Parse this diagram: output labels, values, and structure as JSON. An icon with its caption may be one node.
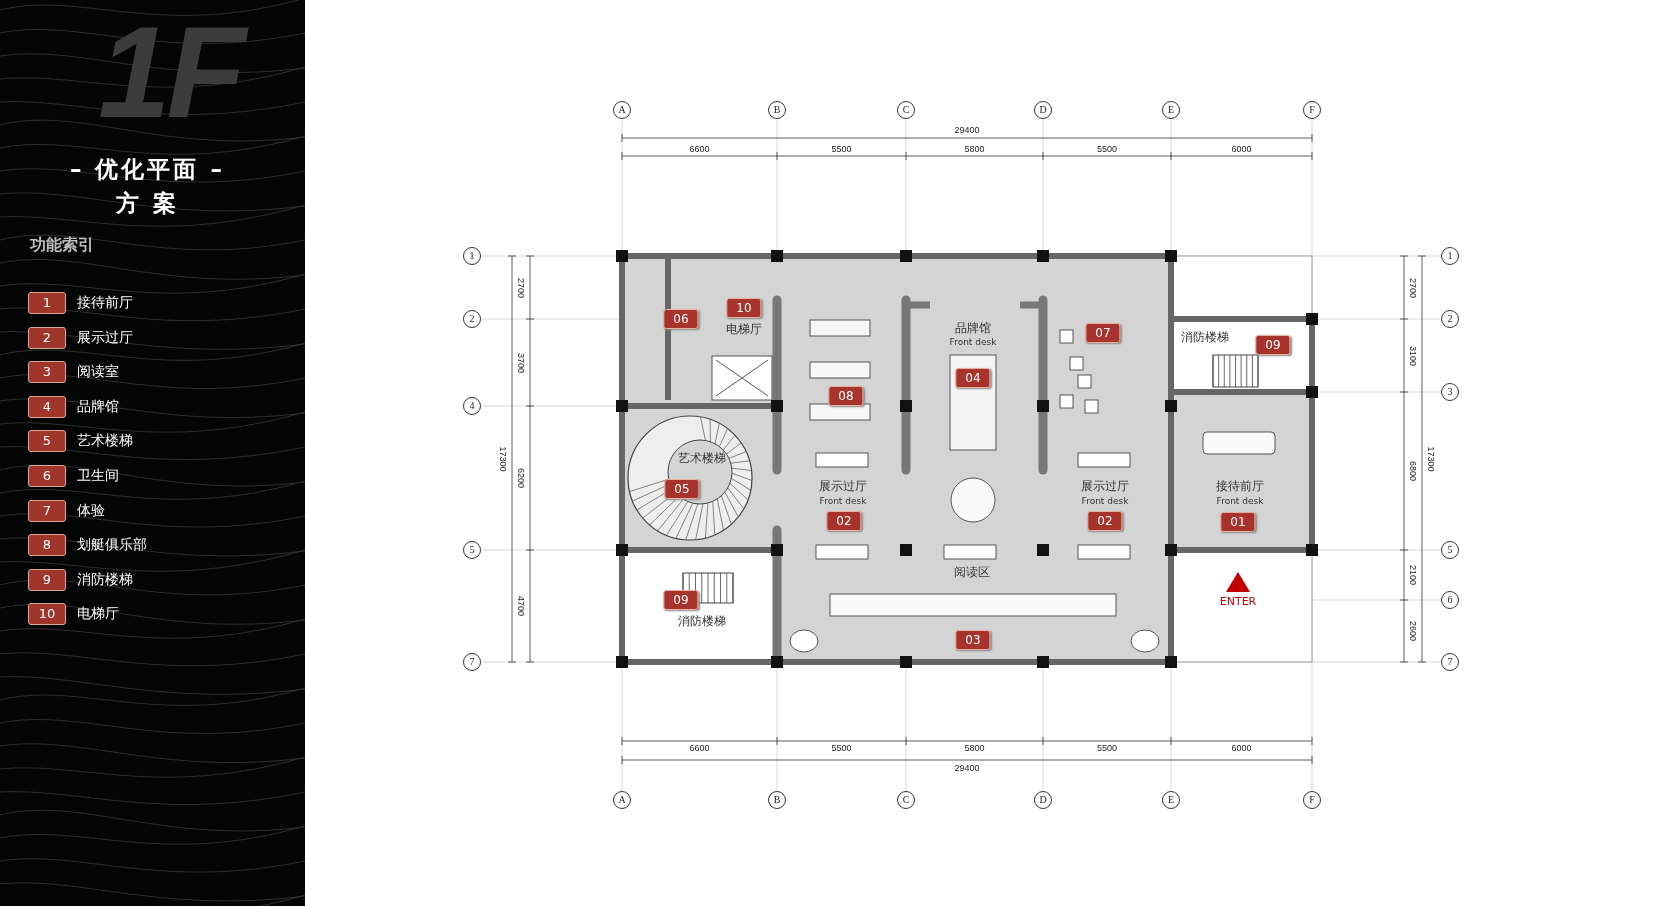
{
  "diagram": {
    "title": "– 优化平面 – 方 案",
    "labels": [
      "1F",
      "功能索引",
      "1",
      "接待前厅",
      "2",
      "展示过厅",
      "3",
      "阅读室",
      "4",
      "品牌馆",
      "5",
      "艺术楼梯",
      "6",
      "卫生间",
      "7",
      "体验",
      "8",
      "划艇俱乐部",
      "9",
      "消防楼梯",
      "10",
      "电梯厅",
      "A",
      "B",
      "C",
      "D",
      "E",
      "F",
      "29400",
      "6600",
      "5500",
      "5800",
      "5500",
      "6000",
      "1",
      "2",
      "4",
      "5",
      "7",
      "17300",
      "2700",
      "3700",
      "6200",
      "4700",
      "06",
      "10",
      "电梯厅",
      "04",
      "品牌馆",
      "Front desk",
      "07",
      "消防楼梯",
      "09",
      "08",
      "艺术楼梯",
      "05",
      "展示过厅",
      "Front desk",
      "02",
      "展示过厅",
      "Front desk",
      "02",
      "接待前厅",
      "Front desk",
      "01",
      "阅读区",
      "09",
      "消防楼梯",
      "ENTER",
      "03",
      "2700",
      "3100",
      "6800",
      "2100",
      "2600",
      "17300",
      "1",
      "2",
      "3",
      "5",
      "6",
      "7",
      "6600",
      "5500",
      "5800",
      "5500",
      "6000",
      "29400",
      "A",
      "B",
      "C",
      "D",
      "E",
      "F"
    ]
  }
}
